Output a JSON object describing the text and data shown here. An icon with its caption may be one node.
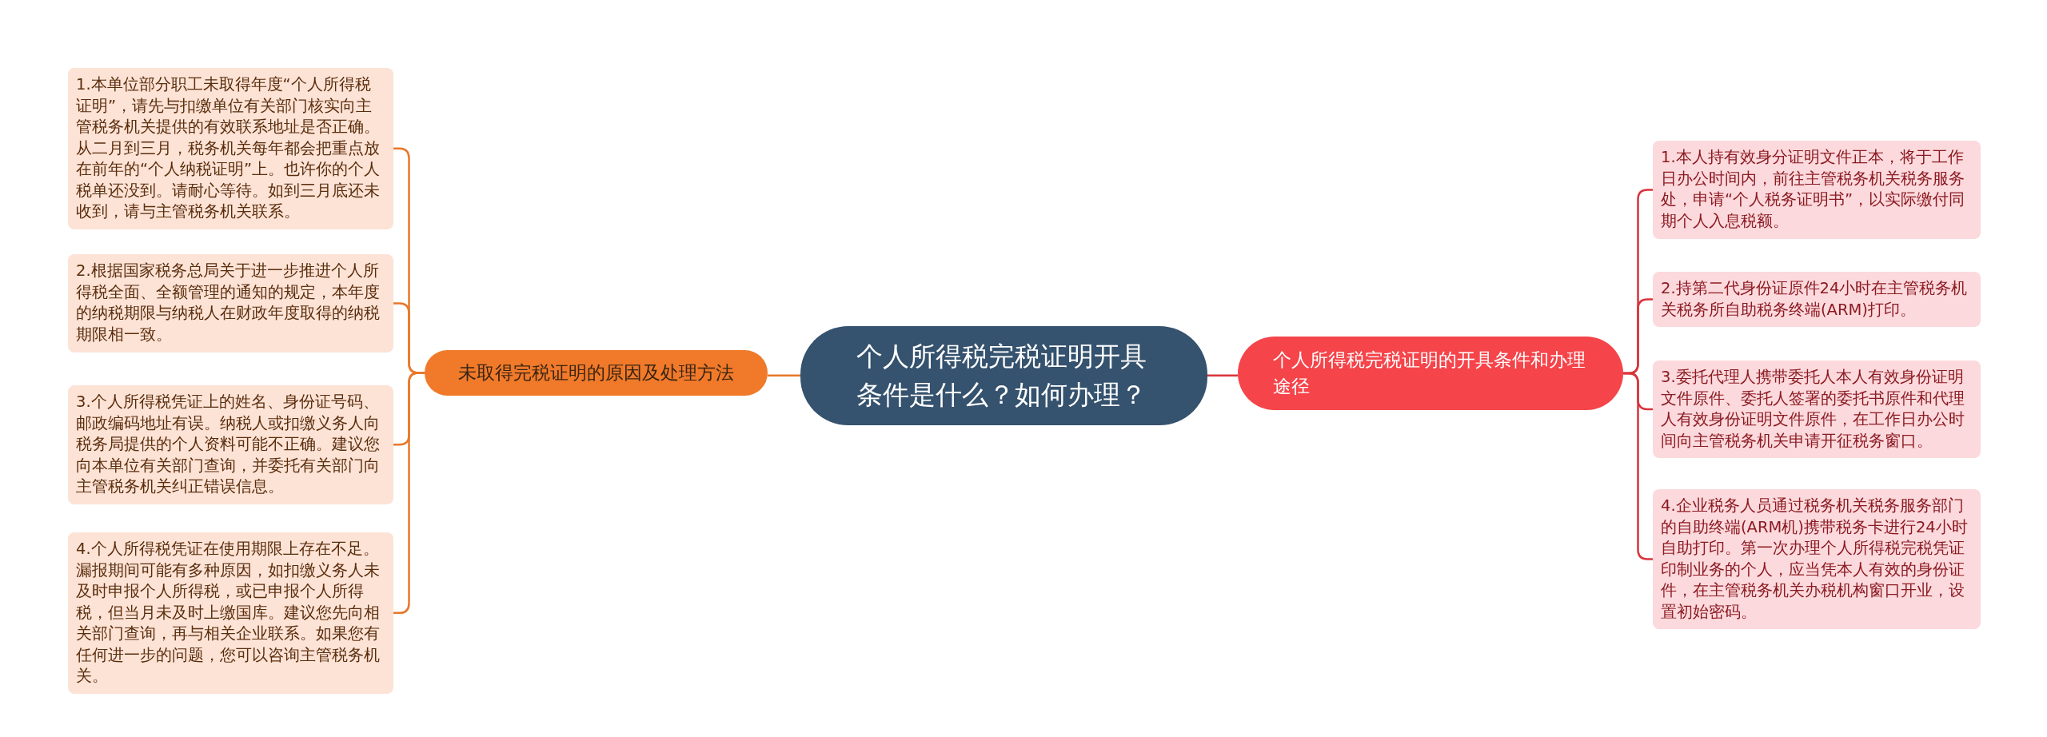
{
  "diagram": {
    "nodes": [
      {
        "text": [
          "个人所得税完税证明开具条件是什么？如何办理？"
        ]
      },
      {
        "text": [
          "未取得完税证明的原因及处理方法"
        ]
      },
      {
        "text": [
          "1.本单位部分职工未取得年度“个人所得税证明”，请先与扣缴单位有关部门核实向主管税务机关提供的有效联系地址是否正确。从二月到三月，税务机关每年都会把重点放在前年的“个人纳税证明”上。也许你的个人税单还没到。请耐心等待。如到三月底还未收到，请与主管税务机关联系。"
        ]
      },
      {
        "text": [
          "2.根据国家税务总局关于进一步推进个人所得税全面、全额管理的通知的规定，本年度的纳税期限与纳税人在财政年度取得的纳税期限相一致。"
        ]
      },
      {
        "text": [
          "3.个人所得税凭证上的姓名、身份证号码、邮政编码地址有误。纳税人或扣缴义务人向税务局提供的个人资料可能不正确。建议您向本单位有关部门查询，并委托有关部门向主管税务机关纠正错误信息。"
        ]
      },
      {
        "text": [
          "4.个人所得税凭证在使用期限上存在不足。漏报期间可能有多种原因，如扣缴义务人未及时申报个人所得税，或已申报个人所得税，但当月未及时上缴国库。建议您先向相关部门查询，再与相关企业联系。如果您有任何进一步的问题，您可以咨询主管税务机关。"
        ]
      },
      {
        "text": [
          "个人所得税完税证明的开具条件和办理途径"
        ]
      },
      {
        "text": [
          "1.本人持有效身分证明文件正本，将于工作日办公时间内，前往主管税务机关税务服务处，申请“个人税务证明书”，以实际缴付同期个人入息税额。"
        ]
      },
      {
        "text": [
          "2.持第二代身份证原件24小时在主管税务机关税务所自助税务终端(ARM)打印。"
        ]
      },
      {
        "text": [
          "3.委托代理人携带委托人本人有效身份证明文件原件、委托人签署的委托书原件和代理人有效身份证明文件原件，在工作日办公时间向主管税务机关申请开征税务窗口。"
        ]
      },
      {
        "text": [
          "4.企业税务人员通过税务机关税务服务部门的自助终端(ARM机)携带税务卡进行24小时自助打印。第一次办理个人所得税完税凭证印制业务的个人，应当凭本人有效的身份证件，在主管税务机关办税机构窗口开业，设置初始密码。"
        ]
      }
    ],
    "edges": [
      {
        "from": 0,
        "to": 1,
        "arrow": "none",
        "color": "#e8782a"
      },
      {
        "from": 1,
        "to": 2,
        "arrow": "none",
        "color": "#e8782a"
      },
      {
        "from": 1,
        "to": 3,
        "arrow": "none",
        "color": "#e8782a"
      },
      {
        "from": 1,
        "to": 4,
        "arrow": "none",
        "color": "#e8782a"
      },
      {
        "from": 1,
        "to": 5,
        "arrow": "none",
        "color": "#e8782a"
      },
      {
        "from": 0,
        "to": 6,
        "arrow": "none",
        "color": "#d9343c"
      },
      {
        "from": 6,
        "to": 7,
        "arrow": "none",
        "color": "#d9343c"
      },
      {
        "from": 6,
        "to": 8,
        "arrow": "none",
        "color": "#d9343c"
      },
      {
        "from": 6,
        "to": 9,
        "arrow": "none",
        "color": "#d9343c"
      },
      {
        "from": 6,
        "to": 10,
        "arrow": "none",
        "color": "#d9343c"
      }
    ]
  }
}
